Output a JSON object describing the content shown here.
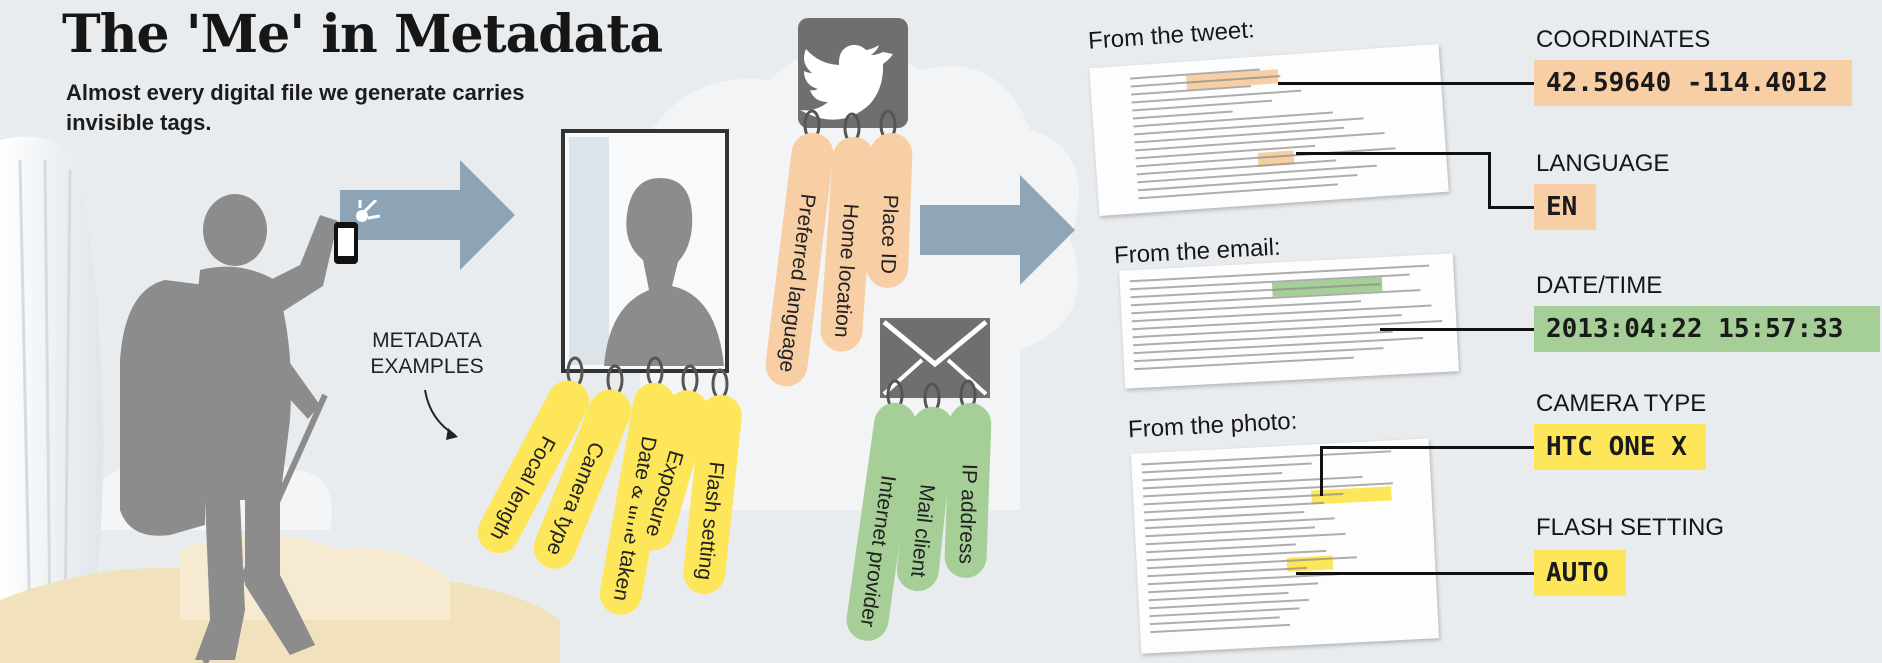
{
  "header": {
    "title": "The 'Me' in Metadata",
    "subtitle": "Almost every digital file we generate carries invisible tags."
  },
  "metadata_examples_label": "METADATA EXAMPLES",
  "photo_tags": [
    "Focal length",
    "Camera type",
    "Date & time taken",
    "Exposure",
    "Flash setting"
  ],
  "tweet_tags": [
    "Preferred language",
    "Home location",
    "Place ID"
  ],
  "email_tags": [
    "Internet provider",
    "Mail client",
    "IP address"
  ],
  "sources": {
    "tweet": "From the tweet:",
    "email": "From the email:",
    "photo": "From the photo:"
  },
  "fields": [
    {
      "label": "COORDINATES",
      "value": "42.59640 -114.4012",
      "color": "#f8cfa4"
    },
    {
      "label": "LANGUAGE",
      "value": "EN",
      "color": "#f8cfa4"
    },
    {
      "label": "DATE/TIME",
      "value": "2013:04:22 15:57:33",
      "color": "#a6cf98"
    },
    {
      "label": "CAMERA TYPE",
      "value": "HTC ONE X",
      "color": "#fde65a"
    },
    {
      "label": "FLASH SETTING",
      "value": "AUTO",
      "color": "#fde65a"
    }
  ],
  "colors": {
    "photo_tag": "#fde65a",
    "tweet_tag": "#f8cfa4",
    "email_tag": "#a6cf98",
    "arrow": "#7d98ad",
    "silhouette": "#8c8c8c"
  }
}
